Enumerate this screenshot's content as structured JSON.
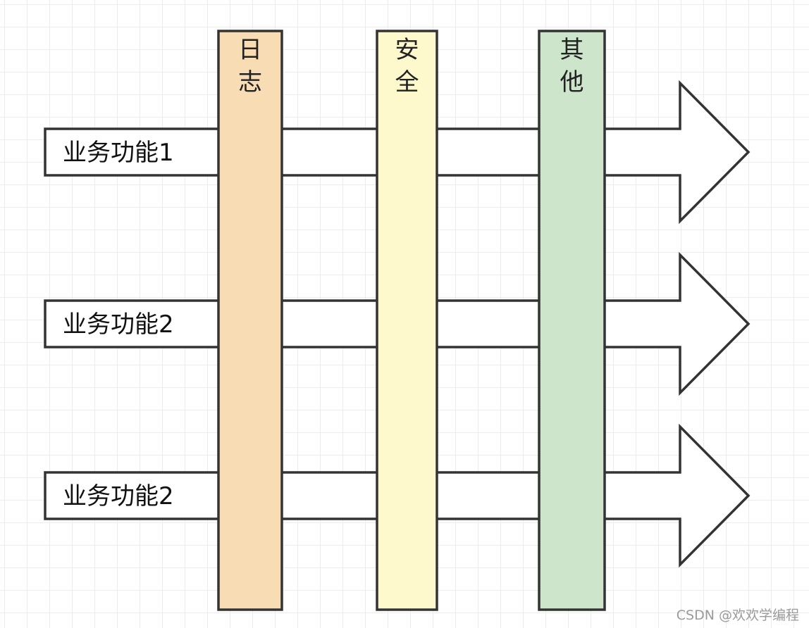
{
  "flows": [
    {
      "label": "业务功能1"
    },
    {
      "label": "业务功能2"
    },
    {
      "label": "业务功能2"
    }
  ],
  "concerns": [
    {
      "chars": [
        "日",
        "志"
      ],
      "color": "#f8dcb4"
    },
    {
      "chars": [
        "安",
        "全"
      ],
      "color": "#fef8cd"
    },
    {
      "chars": [
        "其",
        "他"
      ],
      "color": "#cde5cb"
    }
  ],
  "watermark": "CSDN @欢欢学编程",
  "colors": {
    "outline": "#333333",
    "arrow_fill": "#ffffff"
  }
}
